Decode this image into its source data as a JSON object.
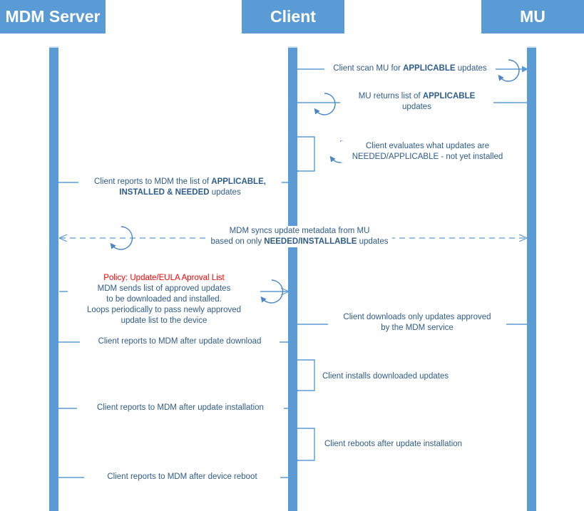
{
  "diagram": {
    "title": "MDM / Client / Microsoft Update sequence diagram",
    "accent_color": "#5B9BD5",
    "line_color": "#5B9BD5",
    "text_color": "#2E5C8A",
    "policy_color": "#FF0000",
    "background": "#FFFFFF"
  },
  "actors": [
    {
      "id": "mdm",
      "label": "MDM Server"
    },
    {
      "id": "client",
      "label": "Client"
    },
    {
      "id": "mu",
      "label": "MU"
    }
  ],
  "messages": [
    {
      "id": "m1",
      "from": "client",
      "to": "mu",
      "kind": "solid-loop",
      "text_html": "Client scan MU for <b>APPLICABLE</b> updates",
      "text_plain": "Client scan MU for APPLICABLE updates"
    },
    {
      "id": "m2",
      "from": "mu",
      "to": "client",
      "kind": "solid-loop",
      "text_html": "MU returns list of <b>APPLICABLE</b>\nupdates",
      "text_plain": "MU returns list of APPLICABLE updates"
    },
    {
      "id": "m3",
      "from": "client",
      "to": "client",
      "kind": "self-loop",
      "text_html": "Client evaluates what updates are\nNEEDED/APPLICABLE - not yet installed",
      "text_plain": "Client evaluates what updates are NEEDED/APPLICABLE - not yet installed"
    },
    {
      "id": "m4",
      "from": "client",
      "to": "mdm",
      "kind": "solid",
      "text_html": "Client reports to MDM the list of <b>APPLICABLE,</b>\n<b>INSTALLED &amp; NEEDED</b> updates",
      "text_plain": "Client reports to MDM the list of APPLICABLE, INSTALLED & NEEDED updates"
    },
    {
      "id": "m5",
      "from": "mu",
      "to": "mdm",
      "kind": "dashed-bidirectional-loop",
      "text_html": "MDM syncs update metadata from MU\nbased on only <b>NEEDED/INSTALLABLE</b> updates",
      "text_plain": "MDM syncs update metadata from MU based on only NEEDED/INSTALLABLE updates"
    },
    {
      "id": "m6",
      "from": "mdm",
      "to": "client",
      "kind": "solid-loop",
      "policy_html": "Policy: Update/EULA Aproval List",
      "policy_plain": "Policy: Update/EULA Aproval List",
      "text_html": "MDM sends list of approved updates\nto be downloaded and installed.\nLoops periodically to pass newly approved\nupdate list to the device",
      "text_plain": "MDM sends list of approved updates to be downloaded and installed. Loops periodically to pass newly approved update list to the device"
    },
    {
      "id": "m7",
      "from": "mu",
      "to": "client",
      "kind": "solid",
      "text_html": "Client downloads only updates approved\nby the MDM service",
      "text_plain": "Client downloads only updates approved by the MDM service"
    },
    {
      "id": "m8",
      "from": "client",
      "to": "mdm",
      "kind": "solid",
      "text_html": "Client reports to MDM after update download",
      "text_plain": "Client reports to MDM after update download"
    },
    {
      "id": "m9",
      "from": "client",
      "to": "client",
      "kind": "self",
      "text_html": "Client installs downloaded updates",
      "text_plain": "Client installs downloaded updates"
    },
    {
      "id": "m10",
      "from": "client",
      "to": "mdm",
      "kind": "solid",
      "text_html": "Client reports to MDM after update installation",
      "text_plain": "Client reports to MDM after update installation"
    },
    {
      "id": "m11",
      "from": "client",
      "to": "client",
      "kind": "self",
      "text_html": "Client reboots after update installation",
      "text_plain": "Client reboots after update installation"
    },
    {
      "id": "m12",
      "from": "client",
      "to": "mdm",
      "kind": "solid",
      "text_html": "Client reports to MDM after device reboot",
      "text_plain": "Client reports to MDM after device reboot"
    }
  ]
}
